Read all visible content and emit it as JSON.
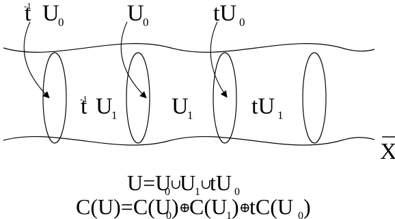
{
  "labels": {
    "top_left_t": "t",
    "top_left_exp": "-1",
    "top_left_U": "U",
    "top_left_sub": "0",
    "top_mid_U": "U",
    "top_mid_sub": "0",
    "top_right_tU": "tU",
    "top_right_sub": "0",
    "inner_left_t": "t",
    "inner_left_exp": "-1",
    "inner_left_U": "U",
    "inner_left_sub": "1",
    "inner_mid_U": "U",
    "inner_mid_sub": "1",
    "inner_right_tU": "tU",
    "inner_right_sub": "1",
    "space_X": "X"
  },
  "formulas": {
    "line1": {
      "a": "U=U",
      "a_sub": "0",
      "union1": "∪",
      "b": "U",
      "b_sub": "1",
      "union2": "∪",
      "c": "tU",
      "c_sub": "0"
    },
    "line2": {
      "a": "C(U)=C(U",
      "a_sub": "0",
      "a_close": ")",
      "oplus1": "⊕",
      "b": "C(U",
      "b_sub": "1",
      "b_close": ")",
      "oplus2": "⊕",
      "c": "tC(U",
      "c_sub": "0",
      "c_close": ")"
    }
  }
}
